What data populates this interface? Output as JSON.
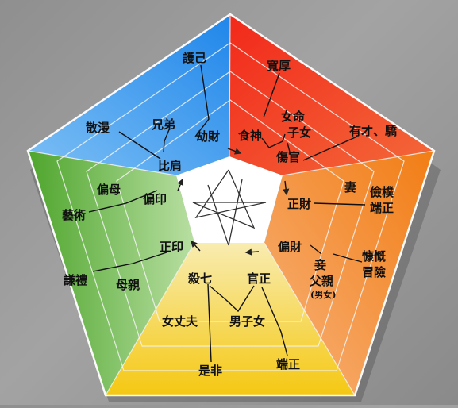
{
  "colors": {
    "wood": "#2f8ee8",
    "fire": "#f0351c",
    "earth": "#f28a1c",
    "metal": "#f4cf1e",
    "water": "#62b23a",
    "center": "#ffffff"
  },
  "labels": {
    "wood": {
      "jie_cai": "劫財",
      "bi_jian": "比肩",
      "xiong_di": "兄弟",
      "hu_ji": "護己",
      "san_man": "散漫"
    },
    "fire": {
      "kuan_hou": "寬厚",
      "shi_shen": "食神",
      "nu_ming": "女命",
      "zi_nu": "子女",
      "shang_guan": "傷官",
      "you_cai_jiao": "有才、驕"
    },
    "earth": {
      "zheng_cai": "正財",
      "qi": "妻",
      "jian_pu": "儉樸",
      "duan_zheng": "端正",
      "pian_cai": "偏財",
      "qie": "妾",
      "fu_qin": "父親",
      "nan_nu": "(男女)",
      "kang_kai": "慷慨",
      "mao_xian": "冒險"
    },
    "metal": {
      "qi_sha": "殺七",
      "zheng_guan": "官正",
      "nu_zhang_fu": "女丈夫",
      "nan_zi_nu": "男子女",
      "shi_fei": "是非",
      "duan_zheng": "端正"
    },
    "water": {
      "pian_yin": "偏印",
      "pian_mu": "偏母",
      "yi_shu": "藝術",
      "zheng_yin": "正印",
      "qian_li": "謙禮",
      "mu_qin": "母親"
    }
  }
}
